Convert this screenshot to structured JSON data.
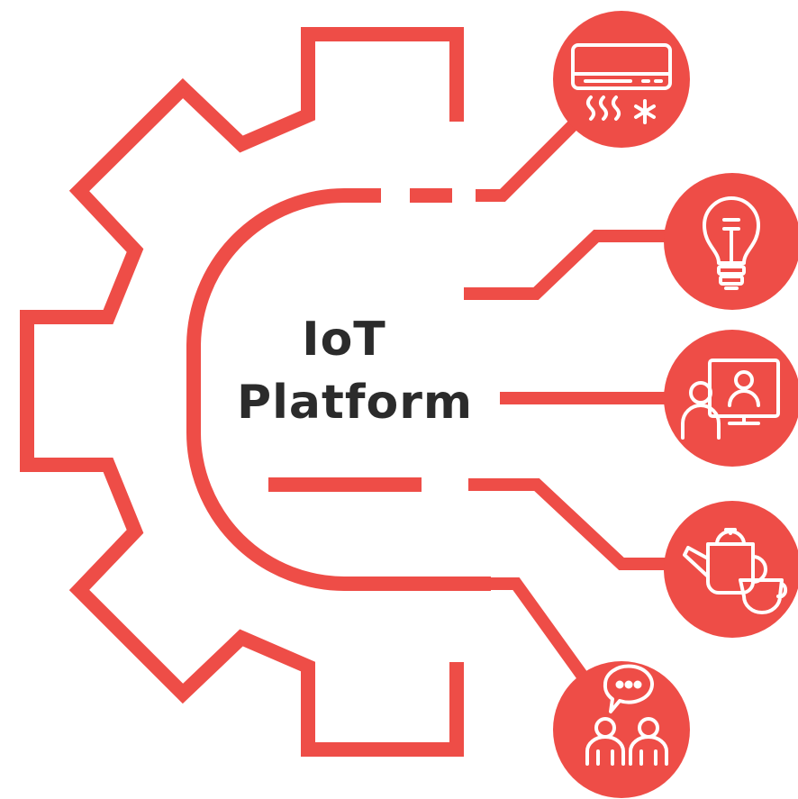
{
  "title": {
    "line1": "IoT",
    "line2": "Platform"
  },
  "colors": {
    "accent": "#ee4d47",
    "icon_stroke": "#ffffff",
    "text": "#2b2b2b",
    "background": "#ffffff"
  },
  "devices": [
    {
      "id": "air-conditioner",
      "icon": "air-conditioner-icon"
    },
    {
      "id": "light-bulb",
      "icon": "light-bulb-icon"
    },
    {
      "id": "video-conference",
      "icon": "video-conference-icon"
    },
    {
      "id": "teapot-cup",
      "icon": "teapot-cup-icon"
    },
    {
      "id": "chat-people",
      "icon": "chat-people-icon"
    }
  ]
}
